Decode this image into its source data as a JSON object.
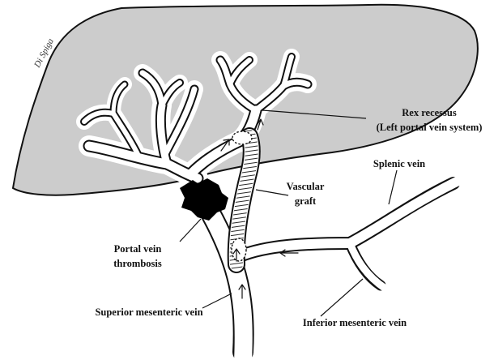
{
  "colors": {
    "liver_fill": "#cccccc",
    "outline": "#111111",
    "vessel_fill": "#ffffff",
    "thrombus": "#000000"
  },
  "signature": "Di Spiga",
  "labels": {
    "rex_recessus_1": "Rex recessus",
    "rex_recessus_2": "(Left portal vein system)",
    "splenic_vein": "Splenic vein",
    "vascular_graft_1": "Vascular",
    "vascular_graft_2": "graft",
    "portal_vein_thrombosis_1": "Portal vein",
    "portal_vein_thrombosis_2": "thrombosis",
    "superior_mesenteric_vein": "Superior mesenteric vein",
    "inferior_mesenteric_vein": "Inferior mesenteric vein"
  }
}
